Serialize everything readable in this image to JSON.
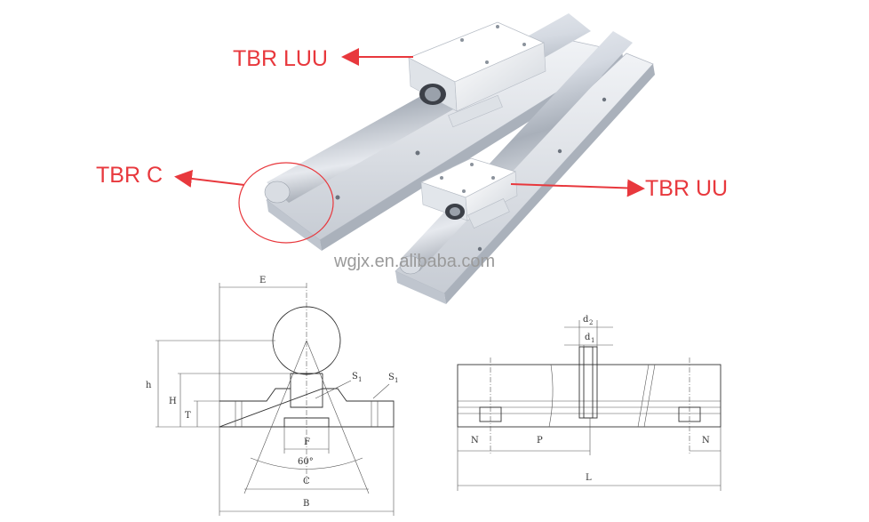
{
  "labels": {
    "luu": "TBR LUU",
    "c": "TBR  C",
    "uu": "TBR UU"
  },
  "watermark": "wgjx.en.alibaba.com",
  "drawing_left": {
    "E_top": "E",
    "h": "h",
    "H": "H",
    "T": "T",
    "S1a": "S",
    "S1b": "S",
    "sub1": "1",
    "F": "F",
    "angle": "60°",
    "C": "C",
    "B": "B"
  },
  "drawing_right": {
    "d2": "d",
    "d2_sub": "2",
    "d1": "d",
    "d1_sub": "1",
    "N_left": "N",
    "P": "P",
    "N_right": "N",
    "L": "L"
  },
  "colors": {
    "accent_red": "#e8383d",
    "metal_light": "#e9ecf1",
    "metal_mid": "#c3c9d2",
    "metal_dark": "#8f97a3"
  }
}
